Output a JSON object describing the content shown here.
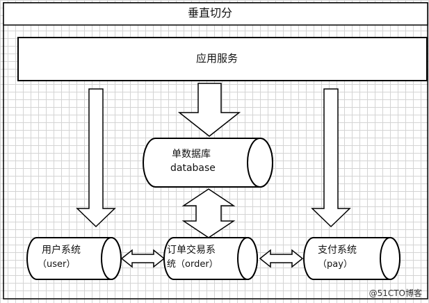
{
  "diagram": {
    "title": "垂直切分",
    "app_service": "应用服务",
    "database": {
      "line1": "单数据库",
      "line2": "database"
    },
    "user_system": {
      "line1": "用户系统",
      "line2": "（user）"
    },
    "order_system": {
      "line1": "订单交易系",
      "line2": "统（order）"
    },
    "pay_system": {
      "line1": "支付系统",
      "line2": "（pay）"
    }
  },
  "watermark": "@51CTO博客"
}
